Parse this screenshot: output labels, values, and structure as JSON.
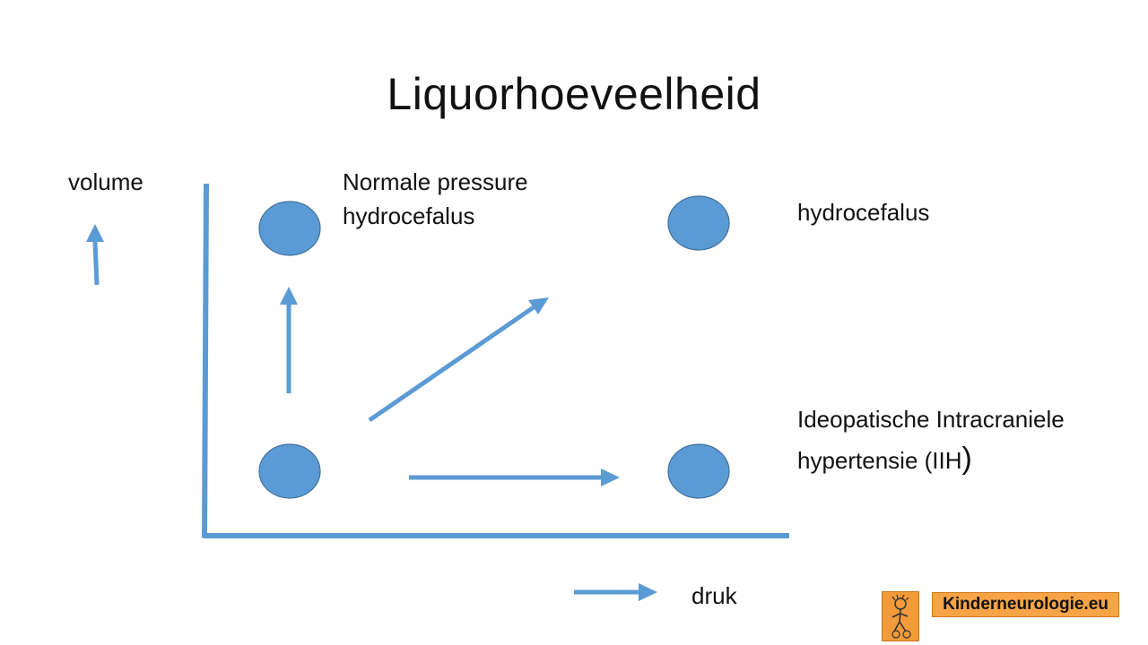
{
  "title": "Liquorhoeveelheid",
  "labels": {
    "volume": "volume",
    "nph_line1": "Normale pressure",
    "nph_line2": "hydrocefalus",
    "hydrocefalus": "hydrocefalus",
    "iih_line1": "Ideopatische Intracraniele",
    "iih_line2": "hypertensie (IIH",
    "iih_close": ")",
    "druk": "druk"
  },
  "brand": {
    "name": "Kinderneurologie.eu"
  },
  "colors": {
    "shape_fill": "#5b9bd5",
    "shape_stroke": "#41719c",
    "brand_orange": "#f6a445"
  }
}
